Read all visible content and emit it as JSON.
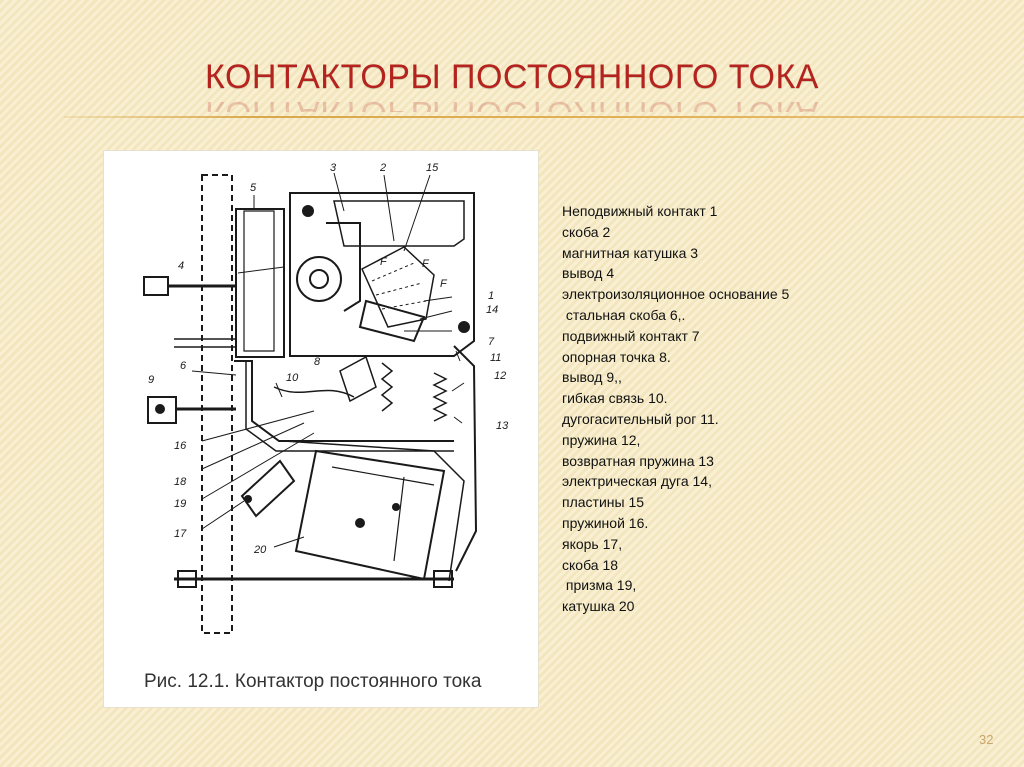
{
  "slide": {
    "title": "КОНТАКТОРЫ ПОСТОЯННОГО ТОКА",
    "page_number": "32"
  },
  "figure": {
    "caption": "Рис. 12.1. Контактор постоянного тока",
    "labels": [
      "1",
      "2",
      "3",
      "4",
      "5",
      "6",
      "7",
      "8",
      "9",
      "10",
      "11",
      "12",
      "13",
      "14",
      "15",
      "16",
      "17",
      "18",
      "19",
      "20"
    ],
    "force_label": "F"
  },
  "legend": [
    "Неподвижный контакт 1",
    "скоба 2",
    "магнитная катушка 3",
    "вывод 4",
    "электроизоляционное основание 5",
    " стальная скоба 6,.",
    "подвижный контакт 7",
    "опорная точка 8.",
    "вывод 9,,",
    "гибкая связь 10.",
    "дугогасительный рог 11.",
    "пружина 12,",
    "возвратная пружина 13",
    "электрическая дуга 14,",
    "пластины 15",
    "пружиной 16.",
    "якорь 17,",
    "скоба 18",
    " призма 19,",
    "катушка 20"
  ]
}
